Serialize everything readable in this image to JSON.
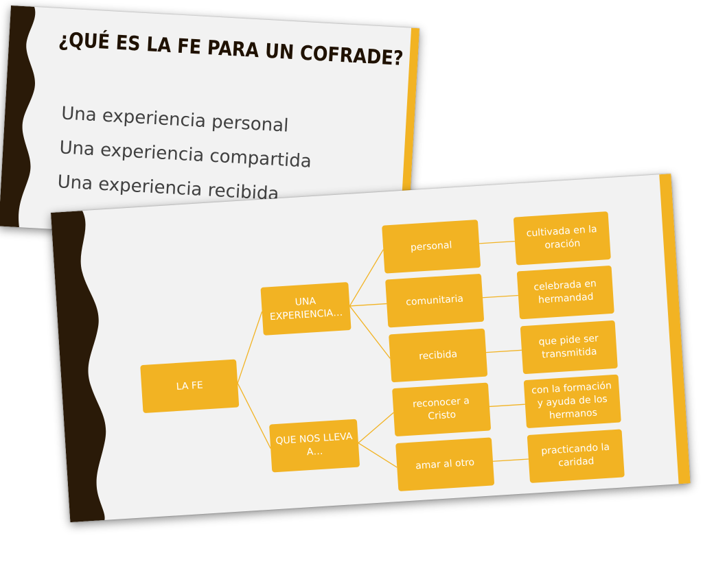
{
  "slide_1": {
    "title": "¿QUÉ ES LA FE PARA UN COFRADE?",
    "bullets": [
      "Una experiencia personal",
      "Una experiencia compartida",
      "Una experiencia recibida"
    ]
  },
  "slide_2": {
    "diagram": {
      "root": "LA FE",
      "branch_1": "UNA EXPERIENCIA…",
      "branch_2": "QUE NOS LLEVA A…",
      "level_2": [
        "personal",
        "comunitaria",
        "recibida",
        "reconocer a Cristo",
        "amar al otro"
      ],
      "level_3": [
        "cultivada en la oración",
        "celebrada en hermandad",
        "que pide ser transmitida",
        "con la formación y ayuda de los hermanos",
        "practicando la caridad"
      ]
    }
  },
  "colors": {
    "accent_gold": "#f2b323",
    "dark_brown": "#2a1a08",
    "slide_background": "#f2f2f2",
    "title_text": "#1f1100",
    "body_text": "#404040",
    "node_text": "#ffffff"
  }
}
